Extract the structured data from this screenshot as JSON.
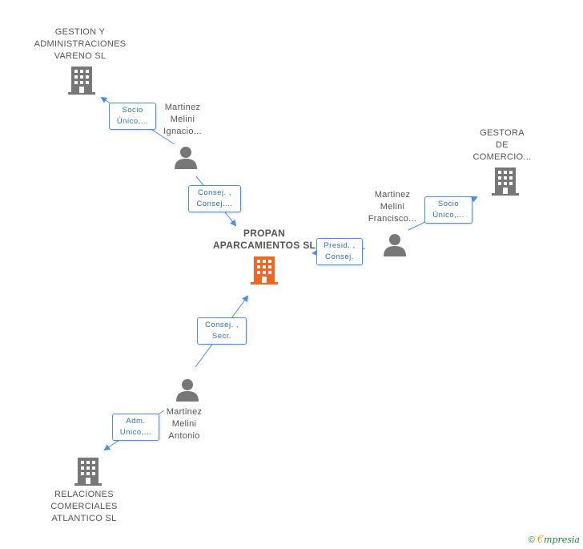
{
  "main": {
    "line1": "PROPAN",
    "line2": "APARCAMIENTOS SL"
  },
  "companies": {
    "gestion": [
      "GESTION Y",
      "ADMINISTRACIONES",
      "VARENO SL"
    ],
    "gestora": [
      "GESTORA",
      "DE",
      "COMERCIO..."
    ],
    "relaciones": [
      "RELACIONES",
      "COMERCIALES",
      "ATLANTICO SL"
    ]
  },
  "persons": {
    "ignacio": [
      "Martinez",
      "Melini",
      "Ignacio..."
    ],
    "francisco": [
      "Martinez",
      "Melini",
      "Francisco..."
    ],
    "antonio": [
      "Martinez",
      "Melini",
      "Antonio"
    ]
  },
  "roles": {
    "ignacio_gestion": [
      "Socio",
      "Único,..."
    ],
    "ignacio_main": [
      "Consej. ,",
      "Consej...."
    ],
    "francisco_main": [
      "Presid. ,",
      "Consej."
    ],
    "francisco_gestora": [
      "Socio",
      "Único,..."
    ],
    "antonio_main": [
      "Consej. ,",
      "Secr."
    ],
    "antonio_relaciones": [
      "Adm.",
      "Unico,..."
    ]
  },
  "footer": {
    "copyright": "©",
    "brand_e": "€",
    "brand_rest": "mpresia"
  },
  "colors": {
    "main_building": "#f26522",
    "building": "#777777",
    "person": "#777777",
    "edge": "#4a90e2"
  }
}
